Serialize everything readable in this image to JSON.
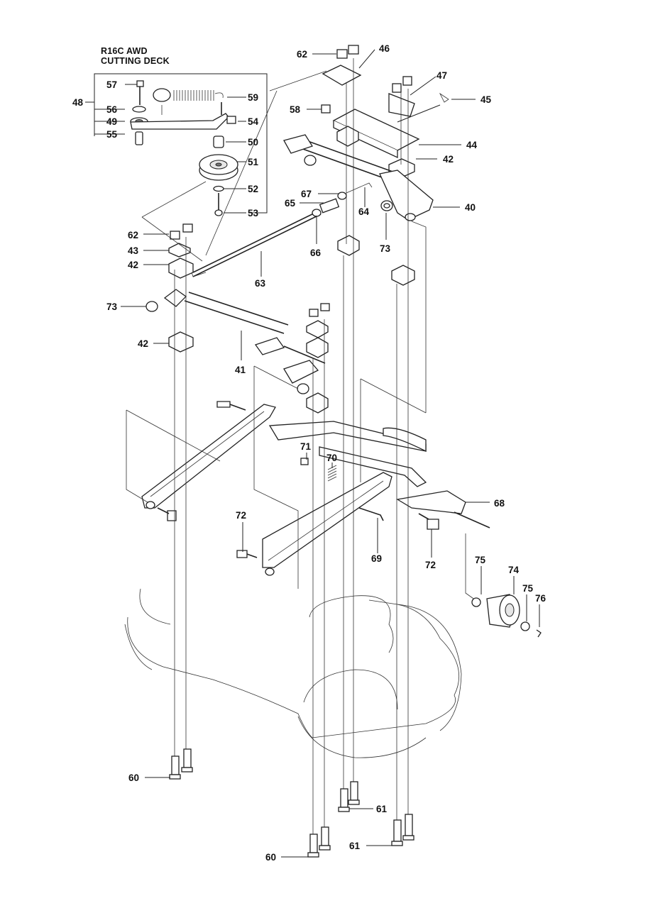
{
  "diagram": {
    "title_line1": "R16C AWD",
    "title_line2": "CUTTING DECK",
    "callouts": [
      {
        "id": "c57",
        "label": "57"
      },
      {
        "id": "c56",
        "label": "56"
      },
      {
        "id": "c49",
        "label": "49"
      },
      {
        "id": "c55",
        "label": "55"
      },
      {
        "id": "c48",
        "label": "48"
      },
      {
        "id": "c59",
        "label": "59"
      },
      {
        "id": "c54",
        "label": "54"
      },
      {
        "id": "c50",
        "label": "50"
      },
      {
        "id": "c51",
        "label": "51"
      },
      {
        "id": "c52",
        "label": "52"
      },
      {
        "id": "c53",
        "label": "53"
      },
      {
        "id": "c58",
        "label": "58"
      },
      {
        "id": "c62a",
        "label": "62"
      },
      {
        "id": "c46",
        "label": "46"
      },
      {
        "id": "c47",
        "label": "47"
      },
      {
        "id": "c45",
        "label": "45"
      },
      {
        "id": "c44",
        "label": "44"
      },
      {
        "id": "c42a",
        "label": "42"
      },
      {
        "id": "c40",
        "label": "40"
      },
      {
        "id": "c67",
        "label": "67"
      },
      {
        "id": "c65",
        "label": "65"
      },
      {
        "id": "c64",
        "label": "64"
      },
      {
        "id": "c66",
        "label": "66"
      },
      {
        "id": "c73a",
        "label": "73"
      },
      {
        "id": "c62b",
        "label": "62"
      },
      {
        "id": "c43",
        "label": "43"
      },
      {
        "id": "c42b",
        "label": "42"
      },
      {
        "id": "c63",
        "label": "63"
      },
      {
        "id": "c73b",
        "label": "73"
      },
      {
        "id": "c42c",
        "label": "42"
      },
      {
        "id": "c41",
        "label": "41"
      },
      {
        "id": "c71",
        "label": "71"
      },
      {
        "id": "c70",
        "label": "70"
      },
      {
        "id": "c68",
        "label": "68"
      },
      {
        "id": "c72a",
        "label": "72"
      },
      {
        "id": "c72b",
        "label": "72"
      },
      {
        "id": "c69",
        "label": "69"
      },
      {
        "id": "c75a",
        "label": "75"
      },
      {
        "id": "c74",
        "label": "74"
      },
      {
        "id": "c75b",
        "label": "75"
      },
      {
        "id": "c76",
        "label": "76"
      },
      {
        "id": "c60a",
        "label": "60"
      },
      {
        "id": "c61a",
        "label": "61"
      },
      {
        "id": "c60b",
        "label": "60"
      },
      {
        "id": "c61b",
        "label": "61"
      }
    ]
  }
}
